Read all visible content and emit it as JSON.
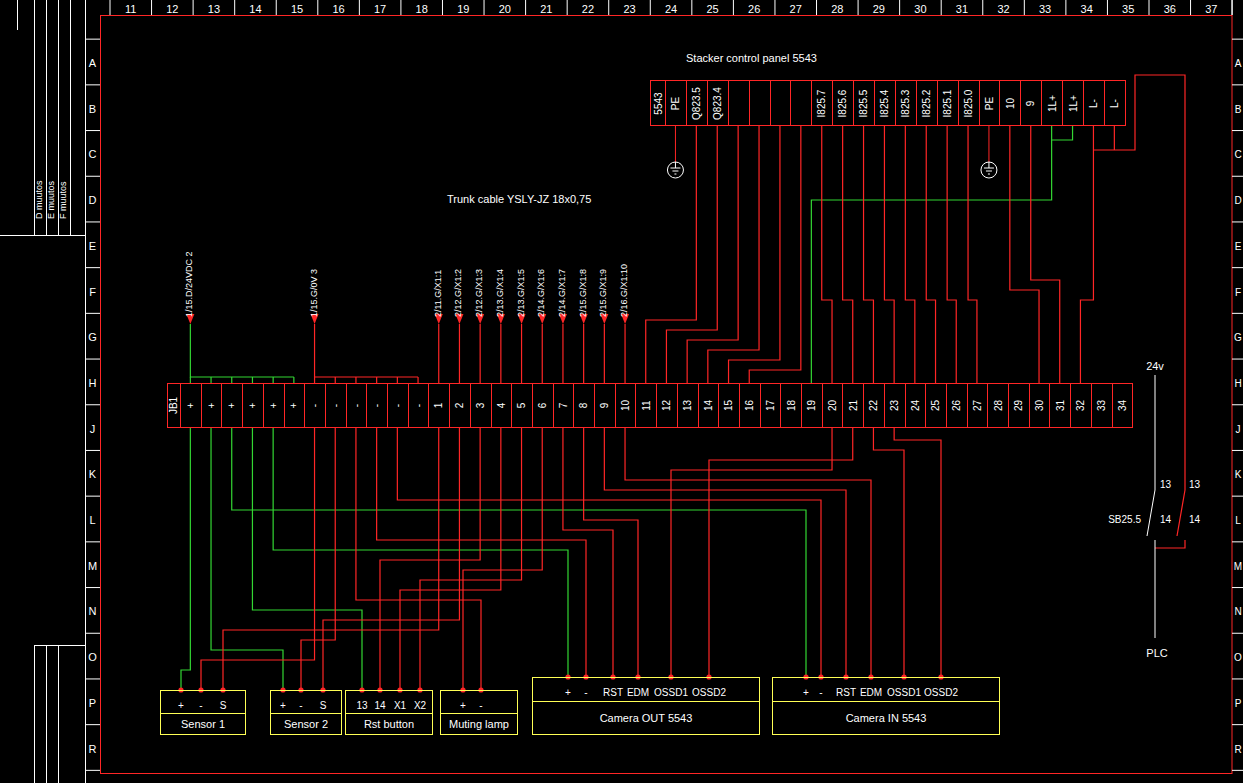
{
  "diagram": {
    "nodes": [
      {
        "text": [
          "Stacker control panel 5543",
          "5543",
          "PE",
          "Q823.5",
          "Q823.4",
          "I825.7",
          "I825.6",
          "I825.5",
          "I825.4",
          "I825.3",
          "I825.2",
          "I825.1",
          "I825.0",
          "PE",
          "10",
          "9",
          "1L+",
          "1L+",
          "L-",
          "L-"
        ]
      },
      {
        "text": [
          "JB1",
          "+",
          "+",
          "+",
          "+",
          "+",
          "+",
          "-",
          "-",
          "-",
          "-",
          "-",
          "-",
          "1",
          "2",
          "3",
          "4",
          "5",
          "6",
          "7",
          "8",
          "9",
          "10",
          "11",
          "12",
          "13",
          "14",
          "15",
          "16",
          "17",
          "18",
          "19",
          "20",
          "21",
          "22",
          "23",
          "24",
          "25",
          "26",
          "27",
          "28",
          "29",
          "30",
          "31",
          "32",
          "33",
          "34"
        ]
      },
      {
        "text": [
          "+",
          "-",
          "S",
          "Sensor 1"
        ]
      },
      {
        "text": [
          "+",
          "-",
          "S",
          "Sensor 2"
        ]
      },
      {
        "text": [
          "13",
          "14",
          "X1",
          "X2",
          "Rst button"
        ]
      },
      {
        "text": [
          "+",
          "-",
          "Muting lamp"
        ]
      },
      {
        "text": [
          "+",
          "-",
          "RST",
          "EDM",
          "OSSD1",
          "OSSD2",
          "Camera OUT 5543"
        ]
      },
      {
        "text": [
          "+",
          "-",
          "RST",
          "EDM",
          "OSSD1",
          "OSSD2",
          "Camera IN 5543"
        ]
      }
    ],
    "edges": [
      {
        "from": 1,
        "to": 0,
        "arrow": "none"
      },
      {
        "from": 1,
        "to": 0,
        "arrow": "none"
      },
      {
        "from": 1,
        "to": 0,
        "arrow": "none"
      },
      {
        "from": 1,
        "to": 0,
        "arrow": "none"
      },
      {
        "from": 1,
        "to": 0,
        "arrow": "none"
      },
      {
        "from": 1,
        "to": 0,
        "arrow": "none"
      },
      {
        "from": 1,
        "to": 0,
        "arrow": "none"
      },
      {
        "from": 1,
        "to": 0,
        "arrow": "none"
      },
      {
        "from": 1,
        "to": 0,
        "arrow": "none"
      },
      {
        "from": 1,
        "to": 0,
        "arrow": "none"
      },
      {
        "from": 1,
        "to": 0,
        "arrow": "none"
      },
      {
        "from": 1,
        "to": 0,
        "arrow": "none"
      },
      {
        "from": 1,
        "to": 0,
        "arrow": "none"
      },
      {
        "from": 1,
        "to": 0,
        "arrow": "none"
      },
      {
        "from": 1,
        "to": 0,
        "arrow": "none"
      },
      {
        "from": 1,
        "to": 0,
        "arrow": "none"
      },
      {
        "from": 1,
        "to": 0,
        "arrow": "none"
      },
      {
        "from": 1,
        "to": 0,
        "arrow": "none"
      },
      {
        "from": 1,
        "to": 2,
        "arrow": "none"
      },
      {
        "from": 1,
        "to": 3,
        "arrow": "none"
      },
      {
        "from": 1,
        "to": 7,
        "arrow": "none"
      },
      {
        "from": 1,
        "to": 4,
        "arrow": "none"
      },
      {
        "from": 1,
        "to": 6,
        "arrow": "none"
      },
      {
        "from": 1,
        "to": 2,
        "arrow": "none"
      },
      {
        "from": 1,
        "to": 3,
        "arrow": "none"
      },
      {
        "from": 1,
        "to": 5,
        "arrow": "none"
      },
      {
        "from": 1,
        "to": 6,
        "arrow": "none"
      },
      {
        "from": 1,
        "to": 7,
        "arrow": "none"
      },
      {
        "from": 1,
        "to": 2,
        "arrow": "none"
      },
      {
        "from": 1,
        "to": 3,
        "arrow": "none"
      },
      {
        "from": 1,
        "to": 4,
        "arrow": "none"
      },
      {
        "from": 1,
        "to": 4,
        "arrow": "none"
      },
      {
        "from": 1,
        "to": 4,
        "arrow": "none"
      },
      {
        "from": 1,
        "to": 5,
        "arrow": "none"
      },
      {
        "from": 1,
        "to": 6,
        "arrow": "none"
      },
      {
        "from": 1,
        "to": 6,
        "arrow": "none"
      },
      {
        "from": 1,
        "to": 7,
        "arrow": "none"
      },
      {
        "from": 1,
        "to": 7,
        "arrow": "none"
      },
      {
        "from": 1,
        "to": 6,
        "arrow": "none"
      },
      {
        "from": 1,
        "to": 6,
        "arrow": "none"
      },
      {
        "from": 1,
        "to": 7,
        "arrow": "none"
      },
      {
        "from": 1,
        "to": 7,
        "arrow": "none"
      }
    ],
    "labels": [
      "Trunk cable YSLY-JZ 18x0,75",
      "1/15.D/24VDC 2",
      "1/15.G/0V 3",
      "2/11.G/X1:1",
      "2/12.G/X1:2",
      "2/12.G/X1:3",
      "2/13.G/X1:4",
      "2/13.G/X1:5",
      "2/14.G/X1:6",
      "2/14.G/X1:7",
      "2/15.G/X1:8",
      "2/15.G/X1:9",
      "2/16.G/X1:10",
      "11",
      "12",
      "13",
      "14",
      "15",
      "16",
      "17",
      "18",
      "19",
      "20",
      "21",
      "22",
      "23",
      "24",
      "25",
      "26",
      "27",
      "28",
      "29",
      "30",
      "31",
      "32",
      "33",
      "34",
      "35",
      "36",
      "37",
      "A",
      "B",
      "C",
      "D",
      "E",
      "F",
      "G",
      "H",
      "J",
      "K",
      "L",
      "M",
      "N",
      "O",
      "P",
      "R",
      "A",
      "B",
      "C",
      "D",
      "E",
      "F",
      "G",
      "H",
      "J",
      "K",
      "L",
      "M",
      "N",
      "O",
      "P",
      "R",
      "D muutos",
      "E muutos",
      "F muutos",
      "24v",
      "SB25.5",
      "13",
      "14",
      "13",
      "14",
      "PLC"
    ]
  }
}
